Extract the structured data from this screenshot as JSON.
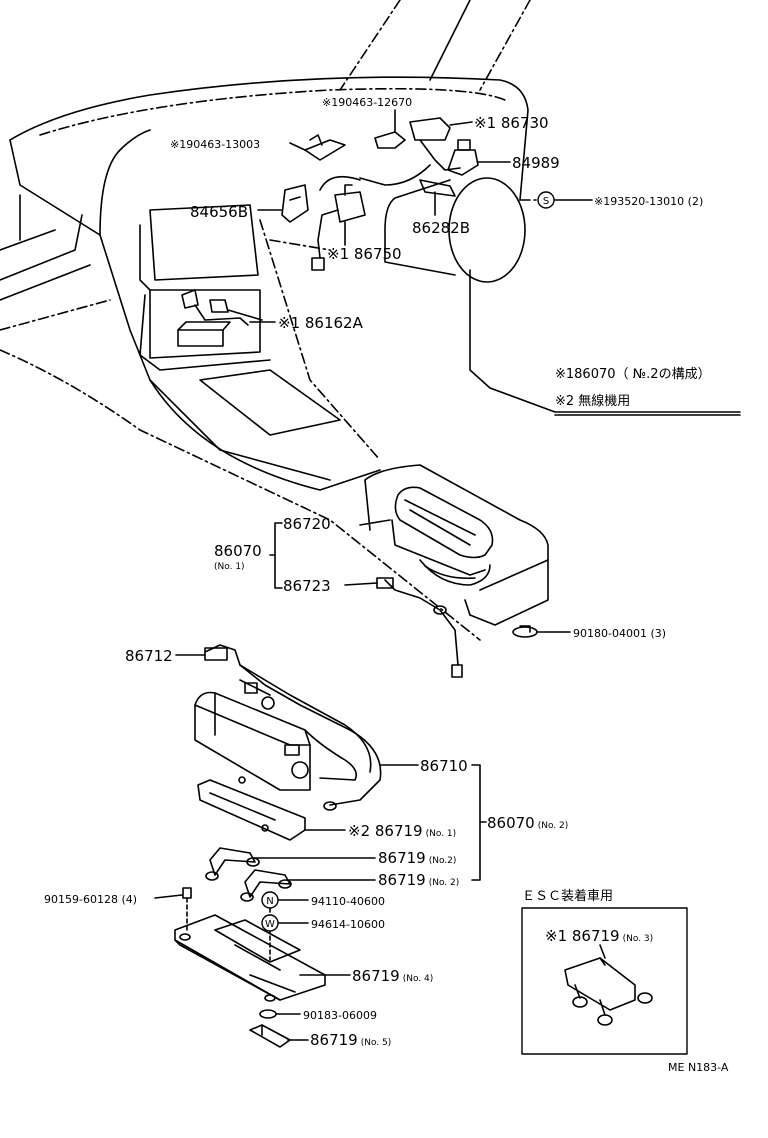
{
  "drawing_code": "ME  N183-A",
  "notes": {
    "note1": "※186070（ №.2の構成）",
    "note2": "※2 無線機用"
  },
  "esc_box": {
    "title": "ＥＳＣ装着車用",
    "part": "※1 86719",
    "part_sub": "(No. 3)"
  },
  "callouts": {
    "p1": "※190463-12670",
    "p2": "※190463-13003",
    "p3": "※1 86730",
    "p4": "84989",
    "p5": "84656B",
    "p6": "86282B",
    "p7": "※193520-13010 (2)",
    "p8": "※1 86750",
    "p9": "※1 86162A",
    "p10": "86720",
    "p11": "86070",
    "p11_sub": "(No. 1)",
    "p12": "86723",
    "p13": "90180-04001 (3)",
    "p14": "86712",
    "p15": "86710",
    "p16": "※2 86719",
    "p16_sub": "(No. 1)",
    "p17": "86070",
    "p17_sub": "(No. 2)",
    "p18": "86719",
    "p18_sub": "(No.2)",
    "p19": "86719",
    "p19_sub": "(No. 2)",
    "p20": "90159-60128 (4)",
    "p21": "94110-40600",
    "p22": "94614-10600",
    "p23": "86719",
    "p23_sub": "(No. 4)",
    "p24": "90183-06009",
    "p25": "86719",
    "p25_sub": "(No. 5)"
  },
  "symbols": {
    "s_circle": "S",
    "n_circle": "N",
    "w_circle": "W"
  }
}
